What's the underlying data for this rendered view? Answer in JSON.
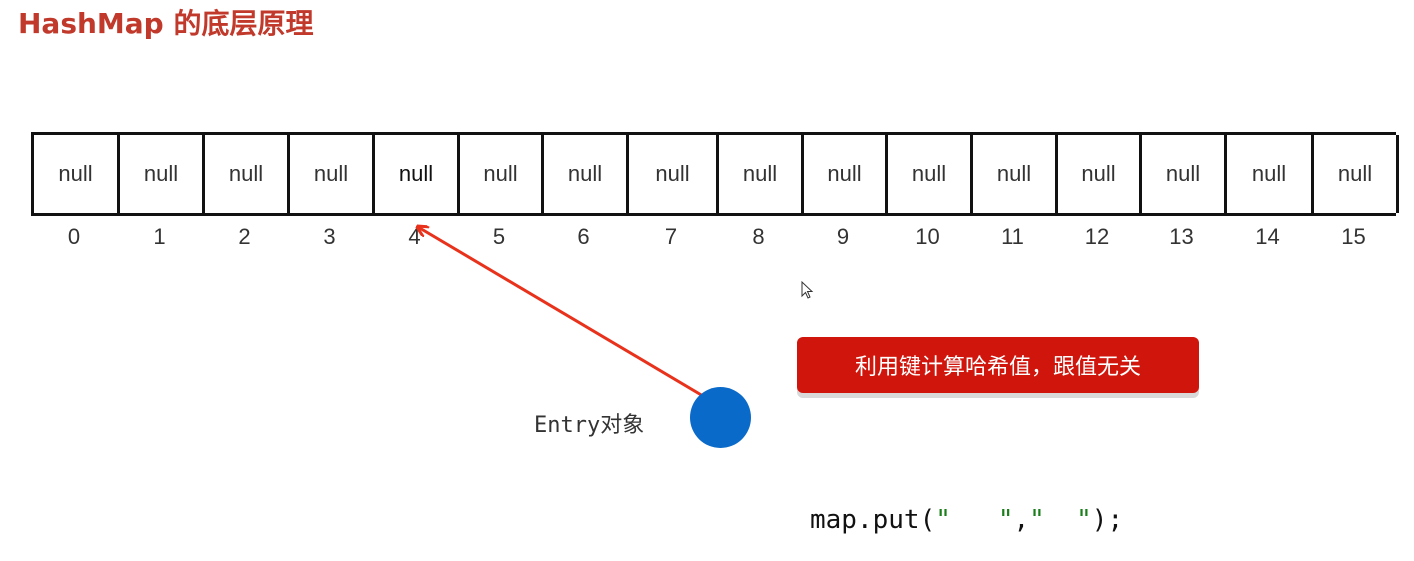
{
  "title": "HashMap 的底层原理",
  "array": {
    "cells": [
      "null",
      "null",
      "null",
      "null",
      "null",
      "null",
      "null",
      "null",
      "null",
      "null",
      "null",
      "null",
      "null",
      "null",
      "null",
      "null"
    ],
    "indices": [
      "0",
      "1",
      "2",
      "3",
      "4",
      "5",
      "6",
      "7",
      "8",
      "9",
      "10",
      "11",
      "12",
      "13",
      "14",
      "15"
    ],
    "highlighted_index": 4
  },
  "tooltip": {
    "text": "利用键计算哈希值，跟值无关"
  },
  "entry": {
    "label": "Entry对象"
  },
  "code": {
    "prefix": "map.put(",
    "key": "\"   \"",
    "separator": ",",
    "value": "\"  \"",
    "suffix": ");"
  },
  "colors": {
    "title": "#c0392b",
    "arrow": "#e8321c",
    "tooltip_bg": "#d0160c",
    "entry_circle": "#0a6ac9",
    "code_string": "#1a7f1a"
  },
  "icons": [
    "mouse-cursor-icon"
  ]
}
